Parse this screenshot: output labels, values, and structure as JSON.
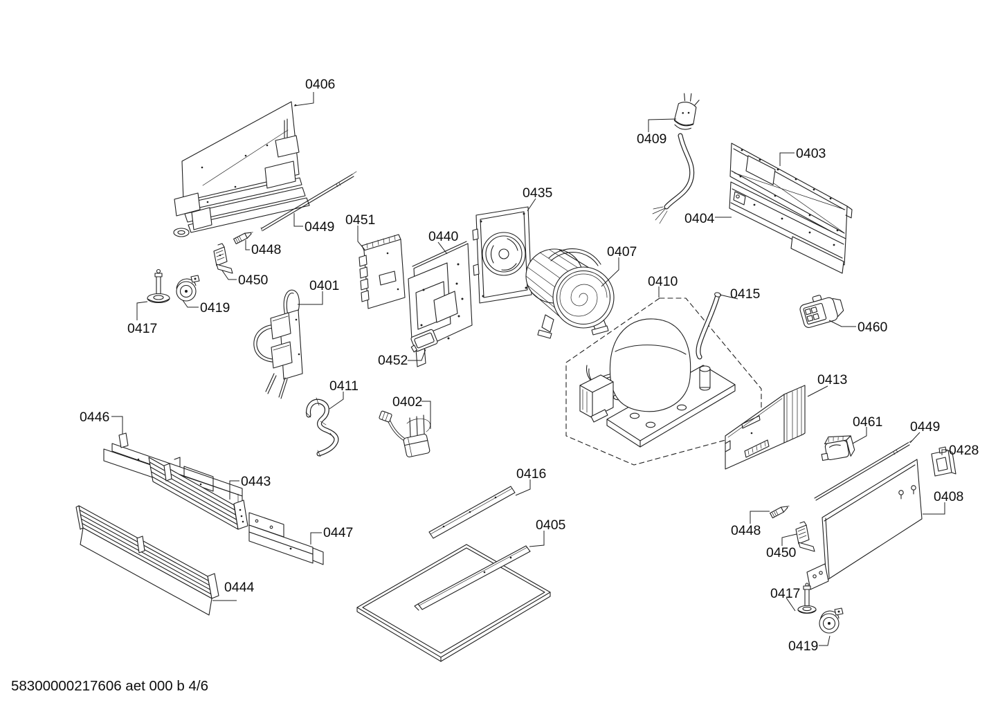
{
  "diagram": {
    "footer": "58300000217606 aet 000 b 4/6",
    "colors": {
      "background": "#ffffff",
      "ink": "#1e1e1e"
    },
    "labels": [
      {
        "text": "0406"
      },
      {
        "text": "0449"
      },
      {
        "text": "0448"
      },
      {
        "text": "0450"
      },
      {
        "text": "0419"
      },
      {
        "text": "0417"
      },
      {
        "text": "0451"
      },
      {
        "text": "0401"
      },
      {
        "text": "0440"
      },
      {
        "text": "0435"
      },
      {
        "text": "0452"
      },
      {
        "text": "0407"
      },
      {
        "text": "0410"
      },
      {
        "text": "0415"
      },
      {
        "text": "0409"
      },
      {
        "text": "0403"
      },
      {
        "text": "0404"
      },
      {
        "text": "0460"
      },
      {
        "text": "0413"
      },
      {
        "text": "0461"
      },
      {
        "text": "0449"
      },
      {
        "text": "0428"
      },
      {
        "text": "0408"
      },
      {
        "text": "0446"
      },
      {
        "text": "0443"
      },
      {
        "text": "0416"
      },
      {
        "text": "0447"
      },
      {
        "text": "0405"
      },
      {
        "text": "0448"
      },
      {
        "text": "0450"
      },
      {
        "text": "0444"
      },
      {
        "text": "0417"
      },
      {
        "text": "0419"
      },
      {
        "text": "0411"
      },
      {
        "text": "0402"
      }
    ]
  }
}
